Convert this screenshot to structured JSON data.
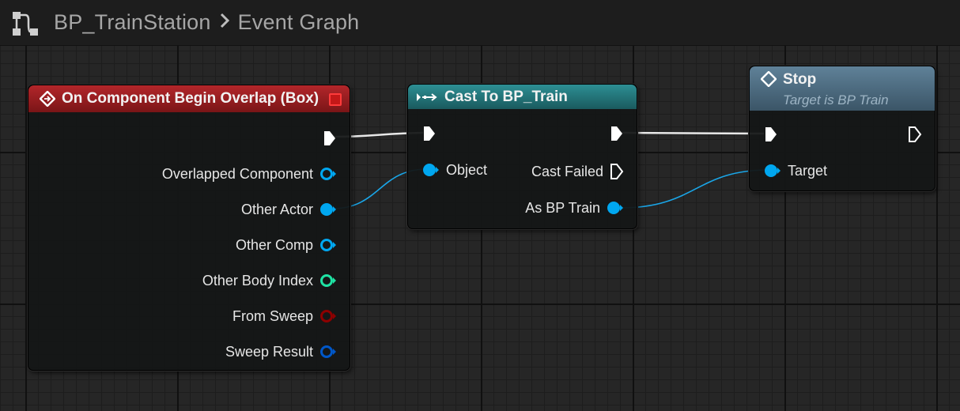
{
  "breadcrumb": {
    "blueprint": "BP_TrainStation",
    "graph": "Event Graph",
    "icon": "graph-icon"
  },
  "nodes": {
    "overlap_event": {
      "title": "On Component Begin Overlap (Box)",
      "header_color": "#a11e22",
      "pins": {
        "overlapped_component": "Overlapped Component",
        "other_actor": "Other Actor",
        "other_comp": "Other Comp",
        "other_body_index": "Other Body Index",
        "from_sweep": "From Sweep",
        "sweep_result": "Sweep Result"
      }
    },
    "cast": {
      "title": "Cast To BP_Train",
      "header_color": "#23787c",
      "pins": {
        "object": "Object",
        "cast_failed": "Cast Failed",
        "as_bp_train": "As BP Train"
      }
    },
    "stop": {
      "title": "Stop",
      "subtitle": "Target is BP Train",
      "header_color": "#4f6f85",
      "pins": {
        "target": "Target"
      }
    }
  },
  "colors": {
    "object_pin": "#00a7f0",
    "exec_pin": "#ffffff",
    "integer_pin": "#1fe3a4",
    "boolean_pin": "#8d0000",
    "struct_pin": "#0057c8"
  }
}
